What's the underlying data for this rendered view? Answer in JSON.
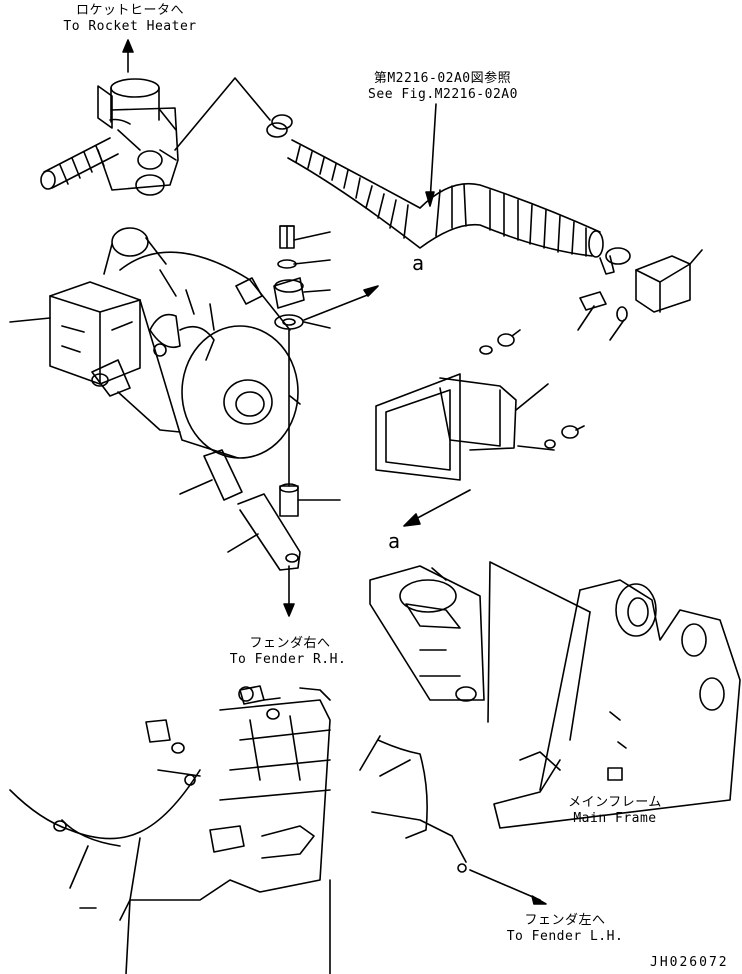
{
  "callouts": {
    "rocket_heater_jp": "ロケットヒータへ",
    "rocket_heater_en": "To Rocket Heater",
    "see_fig_jp": "第M2216-02A0図参照",
    "see_fig_en": "See Fig.M2216-02A0",
    "ref_a_top": "a",
    "ref_a_bottom": "a",
    "fender_rh_jp": "フェンダ右へ",
    "fender_rh_en": "To Fender R.H.",
    "main_frame_jp": "メインフレーム",
    "main_frame_en": "Main Frame",
    "fender_lh_jp": "フェンダ左へ",
    "fender_lh_en": "To Fender L.H."
  },
  "drawing_code": "JH026072",
  "colors": {
    "line": "#000000",
    "background": "#ffffff"
  }
}
